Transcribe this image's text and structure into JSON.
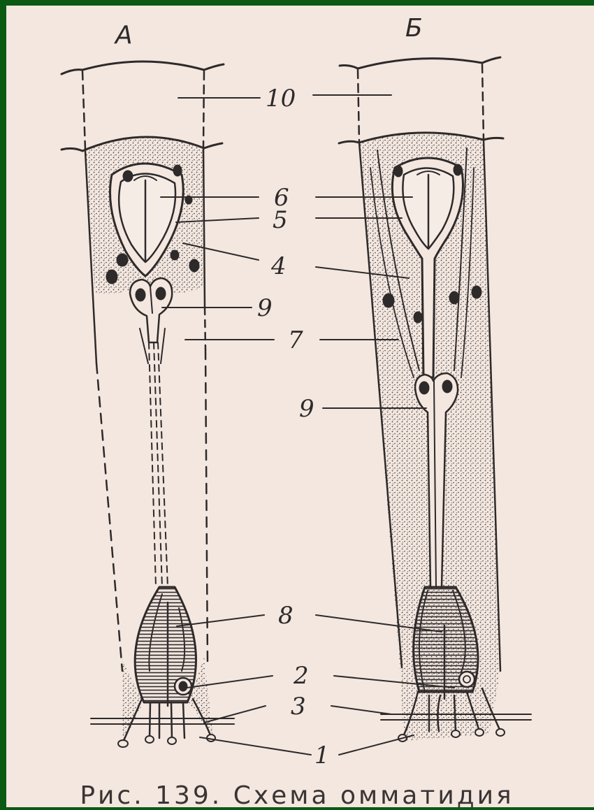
{
  "panels": {
    "left": "А",
    "right": "Б"
  },
  "labels": {
    "l1": "1",
    "l2": "2",
    "l3": "3",
    "l4": "4",
    "l5": "5",
    "l6": "6",
    "l7": "7",
    "l8": "8",
    "l9_left": "9",
    "l9_right": "9",
    "l10": "10"
  },
  "caption": "Рис. 139. Схема омматидия",
  "colors": {
    "frame": "#0b5a14",
    "paper": "#f3e7e0",
    "ink": "#2e2a2a"
  }
}
